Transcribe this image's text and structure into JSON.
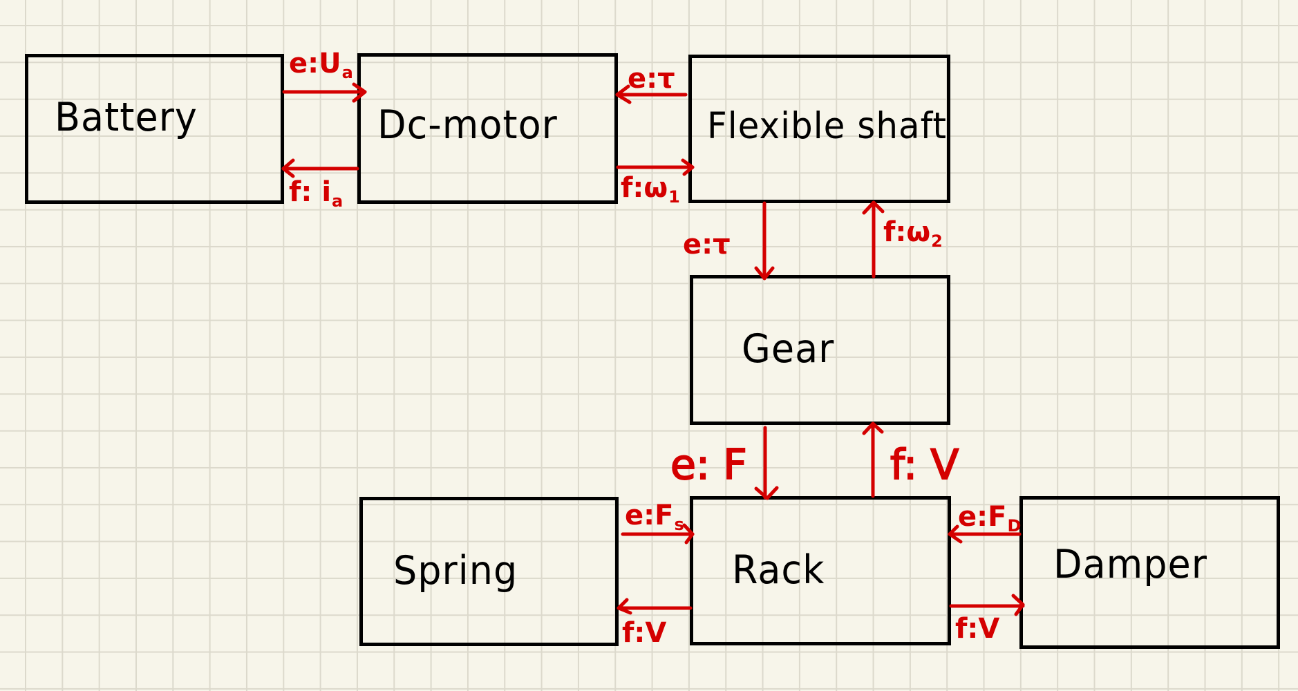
{
  "title": "Bond graph / power-flow block diagram of an electric steering drive",
  "colors": {
    "background": "#f7f5ea",
    "grid": "#dcd9cc",
    "block_stroke": "#000000",
    "signal": "#d40000"
  },
  "blocks": [
    {
      "id": "battery",
      "label": "Battery"
    },
    {
      "id": "dc_motor",
      "label": "Dc-motor"
    },
    {
      "id": "flexible_shaft",
      "label": "Flexible shaft"
    },
    {
      "id": "gear",
      "label": "Gear"
    },
    {
      "id": "spring",
      "label": "Spring"
    },
    {
      "id": "rack",
      "label": "Rack"
    },
    {
      "id": "damper",
      "label": "Damper"
    }
  ],
  "connections": [
    {
      "id": "bat_dc_effort",
      "from": "battery",
      "to": "dc_motor",
      "kind": "effort",
      "label": "e:U",
      "sub": "a"
    },
    {
      "id": "dc_bat_flow",
      "from": "dc_motor",
      "to": "battery",
      "kind": "flow",
      "label": "f: i",
      "sub": "a"
    },
    {
      "id": "shaft_dc_effort",
      "from": "flexible_shaft",
      "to": "dc_motor",
      "kind": "effort",
      "label": "e:τ",
      "sub": ""
    },
    {
      "id": "dc_shaft_flow",
      "from": "dc_motor",
      "to": "flexible_shaft",
      "kind": "flow",
      "label": "f:ω",
      "sub": "1"
    },
    {
      "id": "shaft_gear_effort",
      "from": "flexible_shaft",
      "to": "gear",
      "kind": "effort",
      "label": "e:τ",
      "sub": ""
    },
    {
      "id": "gear_shaft_flow",
      "from": "gear",
      "to": "flexible_shaft",
      "kind": "flow",
      "label": "f:ω",
      "sub": "2"
    },
    {
      "id": "gear_rack_effort",
      "from": "gear",
      "to": "rack",
      "kind": "effort",
      "label": "e: F",
      "sub": ""
    },
    {
      "id": "rack_gear_flow",
      "from": "rack",
      "to": "gear",
      "kind": "flow",
      "label": "f: V",
      "sub": ""
    },
    {
      "id": "spring_rack_effort",
      "from": "spring",
      "to": "rack",
      "kind": "effort",
      "label": "e:F",
      "sub": "s"
    },
    {
      "id": "rack_spring_flow",
      "from": "rack",
      "to": "spring",
      "kind": "flow",
      "label": "f:V",
      "sub": ""
    },
    {
      "id": "damper_rack_effort",
      "from": "damper",
      "to": "rack",
      "kind": "effort",
      "label": "e:F",
      "sub": "D"
    },
    {
      "id": "rack_damper_flow",
      "from": "rack",
      "to": "damper",
      "kind": "flow",
      "label": "f:V",
      "sub": ""
    }
  ]
}
